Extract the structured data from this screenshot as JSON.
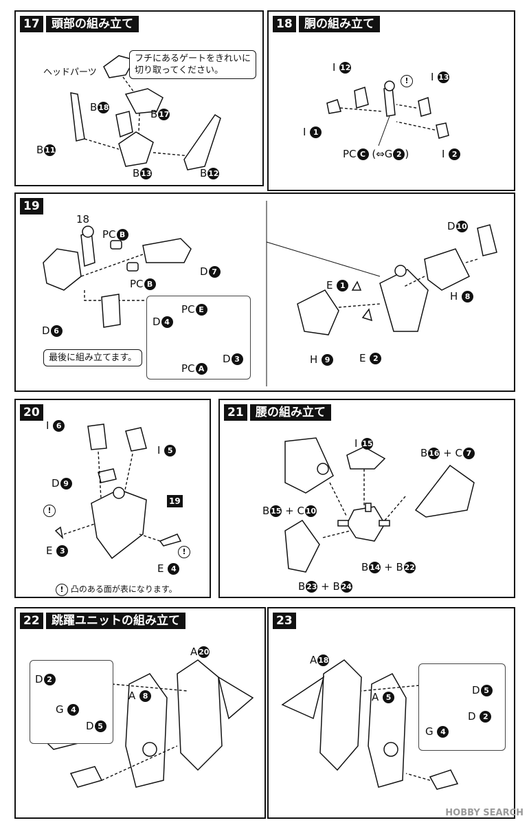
{
  "step17": {
    "num": "17",
    "title": "頭部の組み立て",
    "note_line1": "フチにあるゲートをきれいに",
    "note_line2": "切り取ってください。",
    "head_parts": "ヘッドパーツ",
    "p_b18_l": "B",
    "p_b18_n": "18",
    "p_b17_l": "B",
    "p_b17_n": "17",
    "p_b11_l": "B",
    "p_b11_n": "11",
    "p_b13_l": "B",
    "p_b13_n": "13",
    "p_b12_l": "B",
    "p_b12_n": "12"
  },
  "step18": {
    "num": "18",
    "title": "胴の組み立て",
    "p_i12_l": "I",
    "p_i12_n": "12",
    "p_i13_l": "I",
    "p_i13_n": "13",
    "p_i1_l": "I",
    "p_i1_n": "1",
    "p_i2_l": "I",
    "p_i2_n": "2",
    "pc_label": "PC",
    "pc_letter": "C",
    "alt_open": "(",
    "alt_sym": "⇔",
    "alt_letter": "G",
    "alt_num": "2",
    "alt_close": ")"
  },
  "step19": {
    "num": "19",
    "ref": "18",
    "last_note": "最後に組み立てます。",
    "pcb1_l": "PC",
    "pcb1_n": "B",
    "pcb2_l": "PC",
    "pcb2_n": "B",
    "d7_l": "D",
    "d7_n": "7",
    "d6_l": "D",
    "d6_n": "6",
    "pce_l": "PC",
    "pce_n": "E",
    "d4_l": "D",
    "d4_n": "4",
    "d3_l": "D",
    "d3_n": "3",
    "pca_l": "PC",
    "pca_n": "A",
    "d10_l": "D",
    "d10_n": "10",
    "e1_l": "E",
    "e1_n": "1",
    "h8_l": "H",
    "h8_n": "8",
    "h9_l": "H",
    "h9_n": "9",
    "e2_l": "E",
    "e2_n": "2"
  },
  "step20": {
    "num": "20",
    "ref": "19",
    "i6_l": "I",
    "i6_n": "6",
    "i5_l": "I",
    "i5_n": "5",
    "d9_l": "D",
    "d9_n": "9",
    "e3_l": "E",
    "e3_n": "3",
    "e4_l": "E",
    "e4_n": "4",
    "footnote": "凸のある面が表になります。",
    "excl": "!"
  },
  "step21": {
    "num": "21",
    "title": "腰の組み立て",
    "i15_l": "I",
    "i15_n": "15",
    "b16_l": "B",
    "b16_n": "16",
    "plus": "+",
    "c7_l": "C",
    "c7_n": "7",
    "b15_l": "B",
    "b15_n": "15",
    "c10_l": "C",
    "c10_n": "10",
    "b14_l": "B",
    "b14_n": "14",
    "b22_l": "B",
    "b22_n": "22",
    "b23_l": "B",
    "b23_n": "23",
    "b24_l": "B",
    "b24_n": "24"
  },
  "step22": {
    "num": "22",
    "title": "跳躍ユニットの組み立て",
    "d2_l": "D",
    "d2_n": "2",
    "g4_l": "G",
    "g4_n": "4",
    "d5_l": "D",
    "d5_n": "5",
    "a8_l": "A",
    "a8_n": "8",
    "a20_l": "A",
    "a20_n": "20"
  },
  "step23": {
    "num": "23",
    "a18_l": "A",
    "a18_n": "18",
    "a5_l": "A",
    "a5_n": "5",
    "d5_l": "D",
    "d5_n": "5",
    "g4_l": "G",
    "g4_n": "4",
    "d2_l": "D",
    "d2_n": "2"
  },
  "watermark": "HOBBY SEARCH"
}
